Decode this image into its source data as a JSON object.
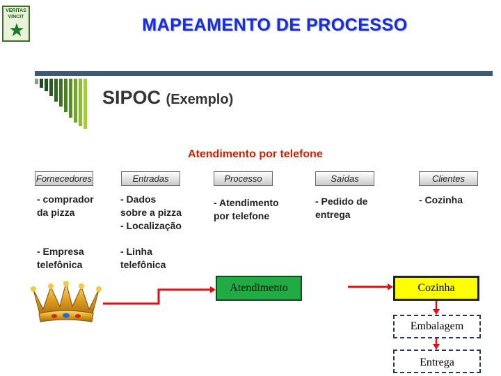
{
  "logo": {
    "line1": "VERITAS",
    "line2": "VINCIT"
  },
  "slide": {
    "title": "MAPEAMENTO DE PROCESSO",
    "subtitle_main": "SIPOC",
    "subtitle_paren": "(Exemplo)",
    "section_title": "Atendimento por telefone"
  },
  "sipoc": {
    "headers": [
      "Fornecedores",
      "Entradas",
      "Processo",
      "Saídas",
      "Clientes"
    ],
    "fornecedores": [
      "- comprador\nda pizza",
      "- Empresa\ntelefônica"
    ],
    "entradas": [
      "- Dados\nsobre a pizza\n- Localização",
      "- Linha\ntelefônica"
    ],
    "processo": [
      "- Atendimento\npor telefone"
    ],
    "saidas": [
      "- Pedido de\nentrega"
    ],
    "clientes": [
      "- Cozinha"
    ]
  },
  "flow": {
    "atendimento": "Atendimento",
    "cozinha": "Cozinha",
    "embalagem": "Embalagem",
    "entrega": "Entrega"
  },
  "colors": {
    "title": "#1a2fd0",
    "section": "#cc2200",
    "atendimento_fill": "#22aa44",
    "cozinha_fill": "#ffff00",
    "arrow": "#dd1111",
    "bar": "#3e5a73"
  }
}
